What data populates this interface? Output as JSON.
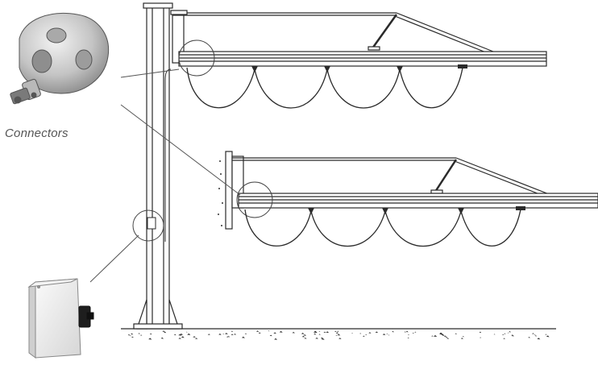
{
  "labels": {
    "connectors": "Connectors"
  },
  "colors": {
    "line": "#2a2a2a",
    "callout": "#555555",
    "connector_body": "#cfcfcf",
    "switch_box": "#ececec"
  },
  "icons": [
    "connector-photo",
    "isolator-switch-photo"
  ]
}
